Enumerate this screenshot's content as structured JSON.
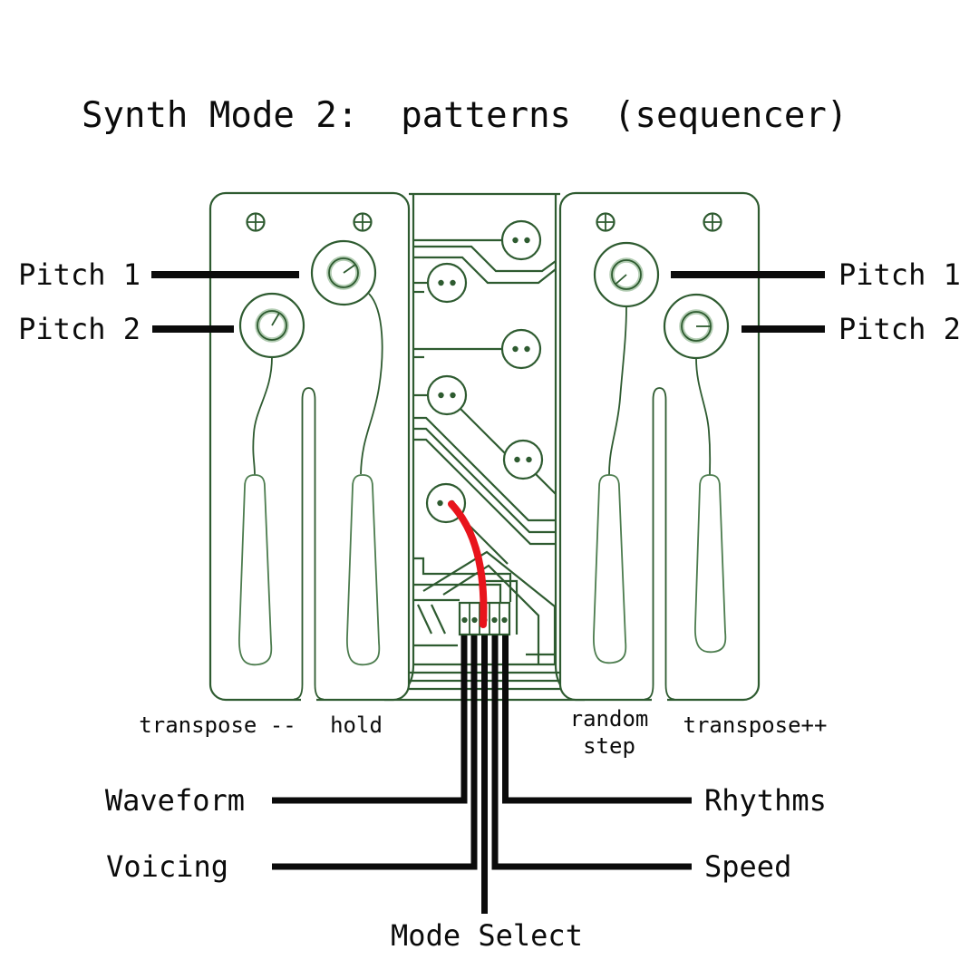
{
  "title": "Synth Mode 2:  patterns  (sequencer)",
  "colors": {
    "background": "#ffffff",
    "pcb_green": "#2e5b30",
    "pcb_green_light": "#4c7c4e",
    "knob_glow": "#b2ccb2",
    "jumper_red": "#e8141c",
    "ink_black": "#0b0b0b"
  },
  "callouts": {
    "pitch1_left": "Pitch 1",
    "pitch2_left": "Pitch 2",
    "pitch1_right": "Pitch 1",
    "pitch2_right": "Pitch 2",
    "waveform": "Waveform",
    "voicing": "Voicing",
    "rhythms": "Rhythms",
    "speed": "Speed",
    "mode_select": "Mode Select"
  },
  "panel_labels": {
    "transpose_minus": "transpose --",
    "hold": "hold",
    "random": "random",
    "step": "step",
    "transpose_plus": "transpose++"
  }
}
